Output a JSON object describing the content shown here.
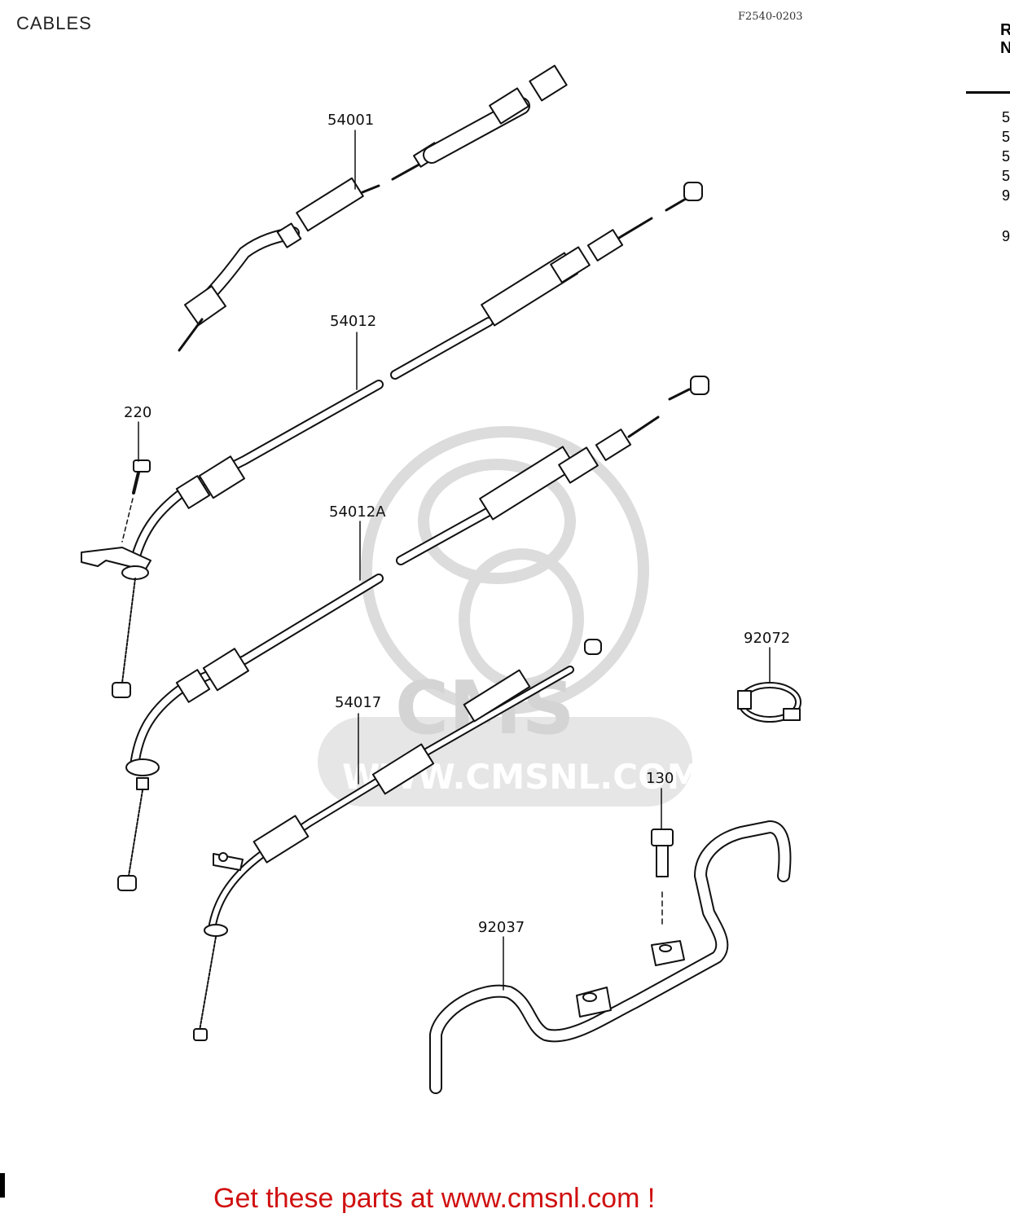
{
  "page": {
    "title": "CABLES",
    "code": "F2540-0203",
    "footer": "Get these parts at www.cmsnl.com !",
    "watermark_text": "CMS",
    "watermark_url": "WWW.CMSNL.COM"
  },
  "side_panel": {
    "header_lines": [
      "R",
      "N"
    ],
    "items": [
      "5",
      "5",
      "5",
      "5",
      "9",
      "9"
    ]
  },
  "callouts": [
    {
      "id": "54001",
      "label": "54001"
    },
    {
      "id": "54012",
      "label": "54012"
    },
    {
      "id": "220",
      "label": "220"
    },
    {
      "id": "54012A",
      "label": "54012A"
    },
    {
      "id": "92072",
      "label": "92072"
    },
    {
      "id": "54017",
      "label": "54017"
    },
    {
      "id": "130",
      "label": "130"
    },
    {
      "id": "92037",
      "label": "92037"
    }
  ],
  "colors": {
    "line": "#111111",
    "footer": "#d01010",
    "watermark": "#d8d8d8"
  }
}
